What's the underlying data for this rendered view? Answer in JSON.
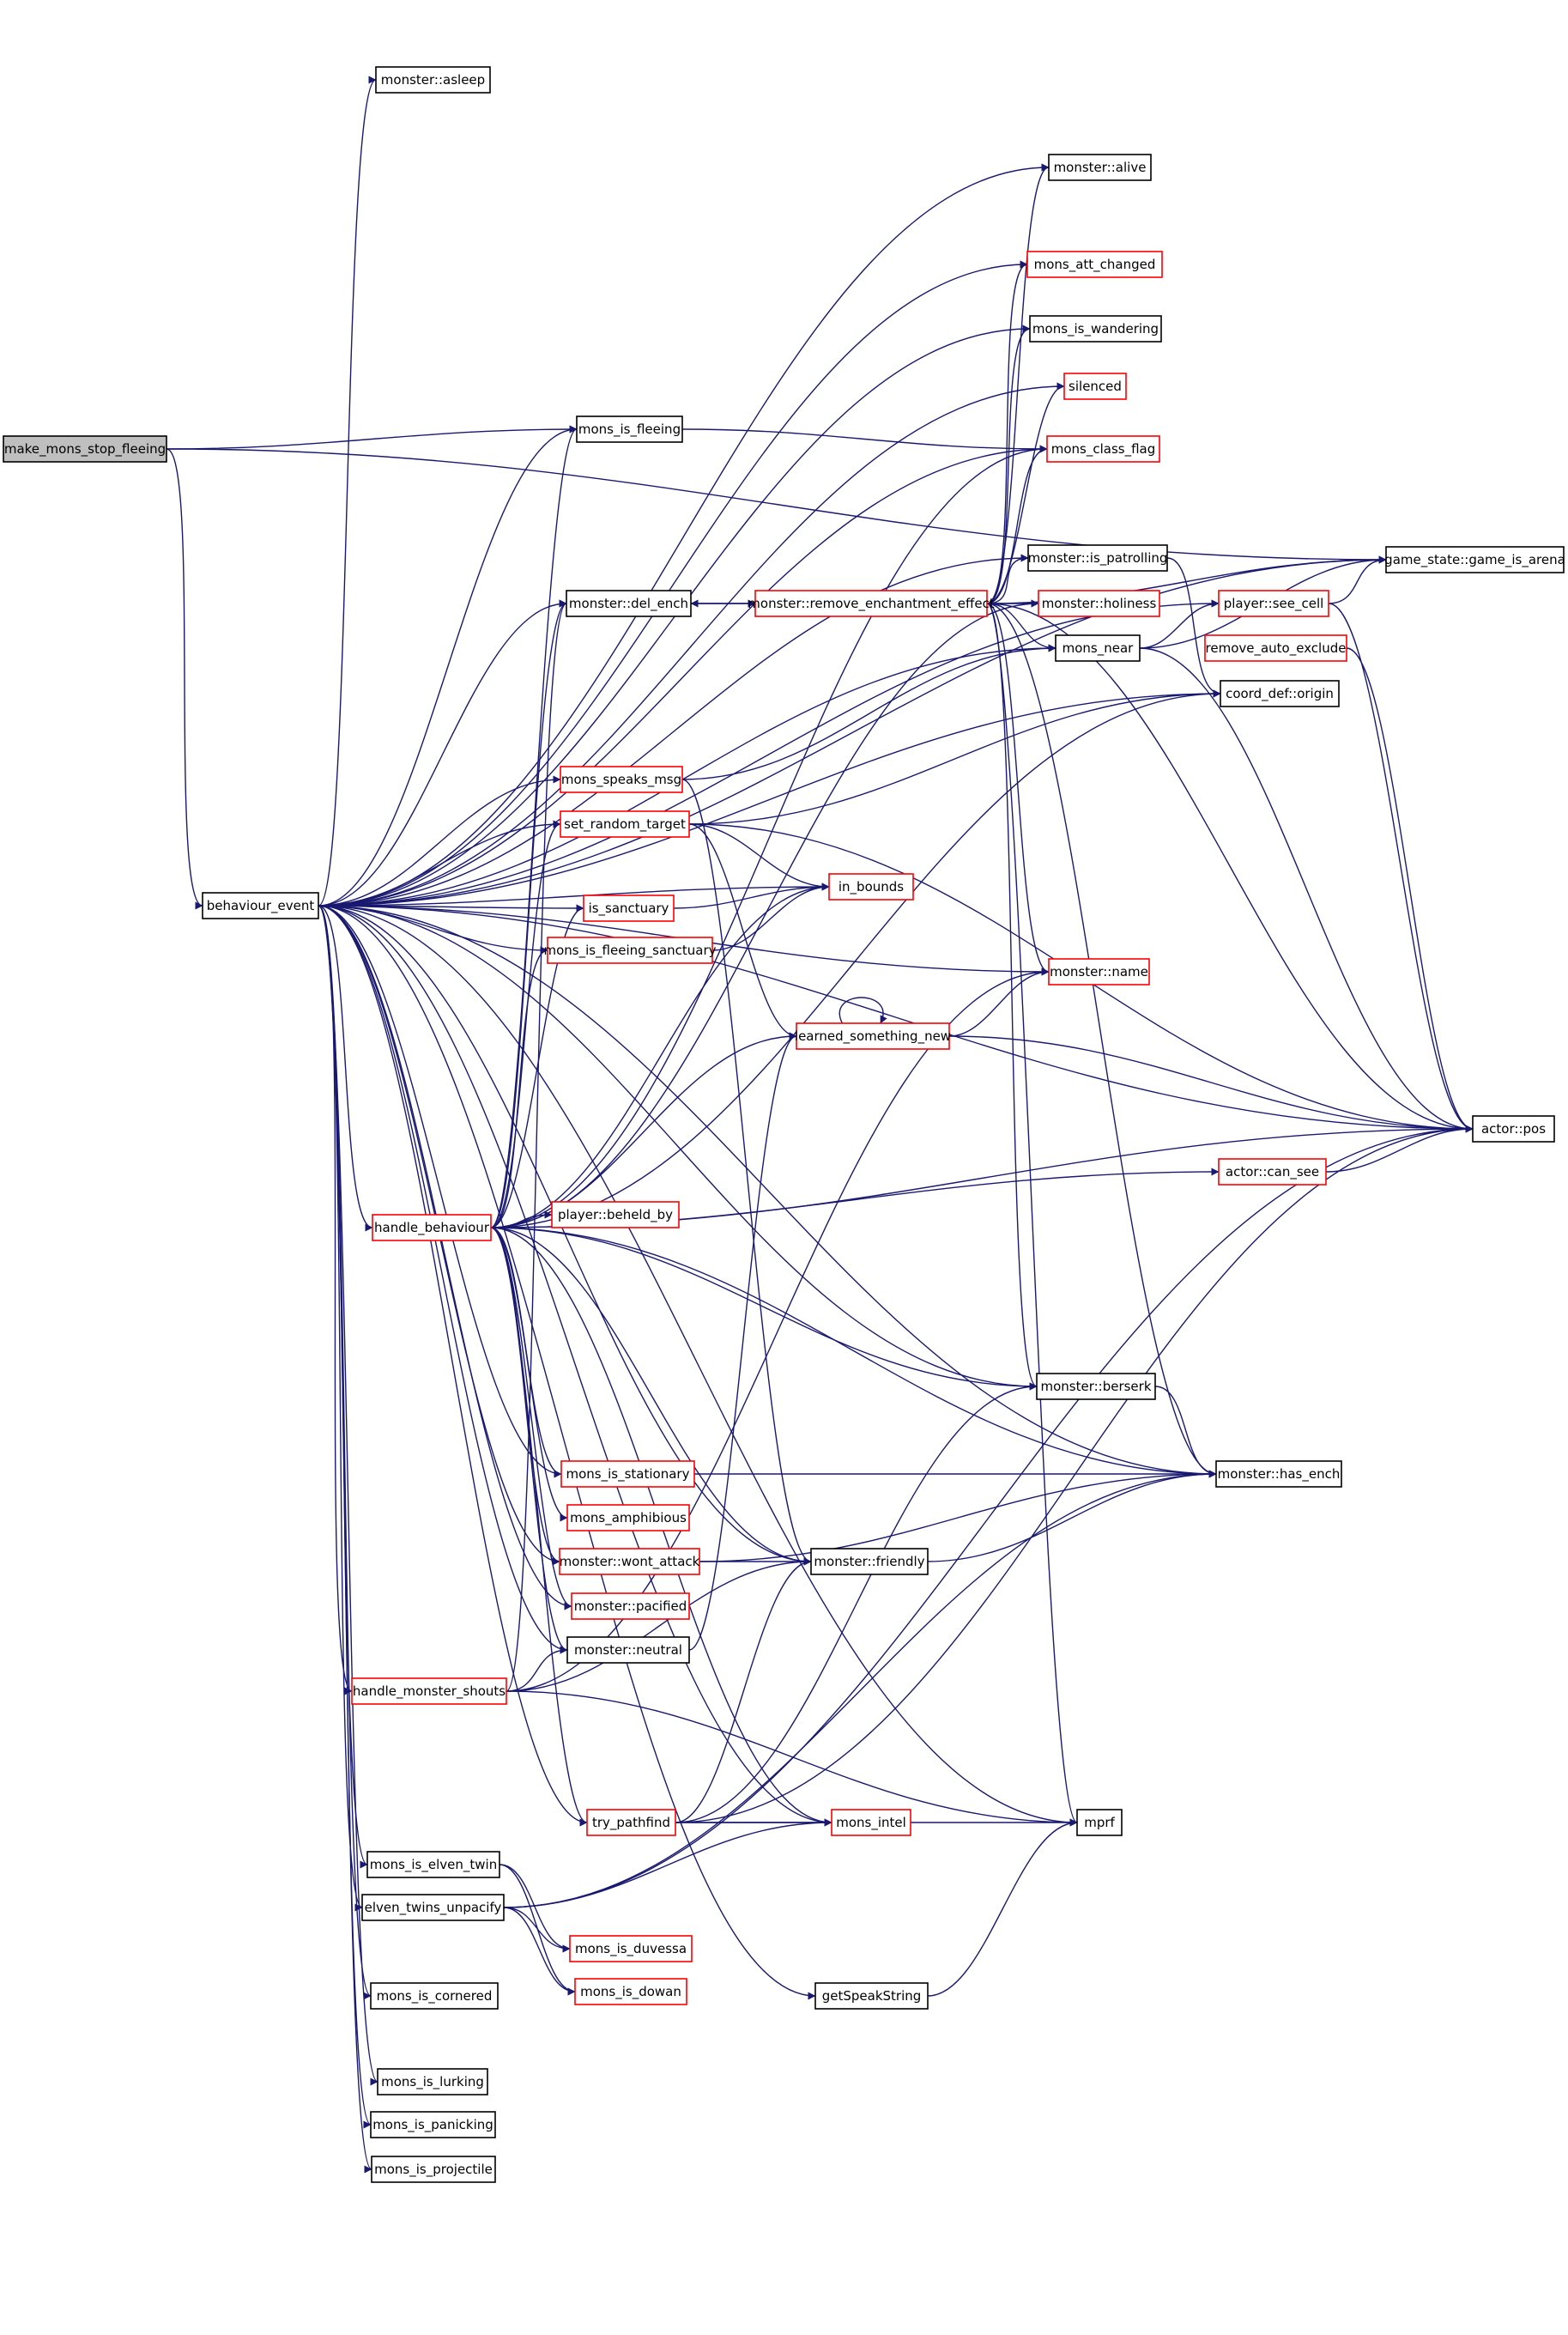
{
  "colors": {
    "edge": "#191970",
    "node_border": "#000000",
    "truncated_border": "#ff0000",
    "highlight_fill": "#bfbfbf",
    "node_fill": "#ffffff"
  },
  "nodes": [
    {
      "id": "make_mons_stop_fleeing",
      "label": "make_mons_stop_fleeing",
      "highlight": true
    },
    {
      "id": "behaviour_event",
      "label": "behaviour_event"
    },
    {
      "id": "monster_asleep",
      "label": "monster::asleep"
    },
    {
      "id": "monster_alive",
      "label": "monster::alive"
    },
    {
      "id": "mons_att_changed",
      "label": "mons_att_changed",
      "truncated": true
    },
    {
      "id": "mons_is_wandering",
      "label": "mons_is_wandering"
    },
    {
      "id": "silenced",
      "label": "silenced",
      "truncated": true
    },
    {
      "id": "mons_is_fleeing",
      "label": "mons_is_fleeing"
    },
    {
      "id": "mons_class_flag",
      "label": "mons_class_flag",
      "truncated": true
    },
    {
      "id": "monster_is_patrolling",
      "label": "monster::is_patrolling"
    },
    {
      "id": "game_state_game_is_arena",
      "label": "game_state::game_is_arena"
    },
    {
      "id": "monster_del_ench",
      "label": "monster::del_ench"
    },
    {
      "id": "monster_remove_enchantment_effect",
      "label": "monster::remove_enchantment_effect",
      "truncated": true
    },
    {
      "id": "monster_holiness",
      "label": "monster::holiness",
      "truncated": true
    },
    {
      "id": "player_see_cell",
      "label": "player::see_cell",
      "truncated": true
    },
    {
      "id": "mons_near",
      "label": "mons_near"
    },
    {
      "id": "remove_auto_exclude",
      "label": "remove_auto_exclude",
      "truncated": true
    },
    {
      "id": "coord_def_origin",
      "label": "coord_def::origin"
    },
    {
      "id": "mons_speaks_msg",
      "label": "mons_speaks_msg",
      "truncated": true
    },
    {
      "id": "set_random_target",
      "label": "set_random_target",
      "truncated": true
    },
    {
      "id": "in_bounds",
      "label": "in_bounds",
      "truncated": true
    },
    {
      "id": "is_sanctuary",
      "label": "is_sanctuary",
      "truncated": true
    },
    {
      "id": "mons_is_fleeing_sanctuary",
      "label": "mons_is_fleeing_sanctuary",
      "truncated": true
    },
    {
      "id": "monster_name",
      "label": "monster::name",
      "truncated": true
    },
    {
      "id": "learned_something_new",
      "label": "learned_something_new",
      "truncated": true
    },
    {
      "id": "actor_pos",
      "label": "actor::pos"
    },
    {
      "id": "actor_can_see",
      "label": "actor::can_see",
      "truncated": true
    },
    {
      "id": "handle_behaviour",
      "label": "handle_behaviour",
      "truncated": true
    },
    {
      "id": "player_beheld_by",
      "label": "player::beheld_by",
      "truncated": true
    },
    {
      "id": "monster_berserk",
      "label": "monster::berserk"
    },
    {
      "id": "mons_is_stationary",
      "label": "mons_is_stationary",
      "truncated": true
    },
    {
      "id": "monster_has_ench",
      "label": "monster::has_ench"
    },
    {
      "id": "mons_amphibious",
      "label": "mons_amphibious",
      "truncated": true
    },
    {
      "id": "monster_wont_attack",
      "label": "monster::wont_attack",
      "truncated": true
    },
    {
      "id": "monster_friendly",
      "label": "monster::friendly"
    },
    {
      "id": "monster_pacified",
      "label": "monster::pacified",
      "truncated": true
    },
    {
      "id": "monster_neutral",
      "label": "monster::neutral"
    },
    {
      "id": "handle_monster_shouts",
      "label": "handle_monster_shouts",
      "truncated": true
    },
    {
      "id": "try_pathfind",
      "label": "try_pathfind",
      "truncated": true
    },
    {
      "id": "mons_intel",
      "label": "mons_intel",
      "truncated": true
    },
    {
      "id": "mprf",
      "label": "mprf"
    },
    {
      "id": "mons_is_elven_twin",
      "label": "mons_is_elven_twin"
    },
    {
      "id": "elven_twins_unpacify",
      "label": "elven_twins_unpacify"
    },
    {
      "id": "mons_is_duvessa",
      "label": "mons_is_duvessa",
      "truncated": true
    },
    {
      "id": "mons_is_dowan",
      "label": "mons_is_dowan",
      "truncated": true
    },
    {
      "id": "mons_is_cornered",
      "label": "mons_is_cornered"
    },
    {
      "id": "getSpeakString",
      "label": "getSpeakString"
    },
    {
      "id": "mons_is_lurking",
      "label": "mons_is_lurking"
    },
    {
      "id": "mons_is_panicking",
      "label": "mons_is_panicking"
    },
    {
      "id": "mons_is_projectile",
      "label": "mons_is_projectile"
    }
  ],
  "edges": [
    [
      "make_mons_stop_fleeing",
      "behaviour_event"
    ],
    [
      "make_mons_stop_fleeing",
      "mons_is_fleeing"
    ],
    [
      "make_mons_stop_fleeing",
      "game_state_game_is_arena"
    ],
    [
      "behaviour_event",
      "monster_asleep"
    ],
    [
      "behaviour_event",
      "monster_alive"
    ],
    [
      "behaviour_event",
      "mons_att_changed"
    ],
    [
      "behaviour_event",
      "mons_is_wandering"
    ],
    [
      "behaviour_event",
      "silenced"
    ],
    [
      "behaviour_event",
      "mons_is_fleeing"
    ],
    [
      "behaviour_event",
      "mons_class_flag"
    ],
    [
      "behaviour_event",
      "monster_is_patrolling"
    ],
    [
      "behaviour_event",
      "game_state_game_is_arena"
    ],
    [
      "behaviour_event",
      "monster_del_ench"
    ],
    [
      "behaviour_event",
      "player_see_cell"
    ],
    [
      "behaviour_event",
      "mons_near"
    ],
    [
      "behaviour_event",
      "coord_def_origin"
    ],
    [
      "behaviour_event",
      "mons_speaks_msg"
    ],
    [
      "behaviour_event",
      "set_random_target"
    ],
    [
      "behaviour_event",
      "in_bounds"
    ],
    [
      "behaviour_event",
      "is_sanctuary"
    ],
    [
      "behaviour_event",
      "mons_is_fleeing_sanctuary"
    ],
    [
      "behaviour_event",
      "monster_name"
    ],
    [
      "behaviour_event",
      "actor_pos"
    ],
    [
      "behaviour_event",
      "handle_behaviour"
    ],
    [
      "behaviour_event",
      "monster_berserk"
    ],
    [
      "behaviour_event",
      "mons_is_stationary"
    ],
    [
      "behaviour_event",
      "monster_wont_attack"
    ],
    [
      "behaviour_event",
      "monster_pacified"
    ],
    [
      "behaviour_event",
      "monster_neutral"
    ],
    [
      "behaviour_event",
      "handle_monster_shouts"
    ],
    [
      "behaviour_event",
      "try_pathfind"
    ],
    [
      "behaviour_event",
      "mons_intel"
    ],
    [
      "behaviour_event",
      "mons_is_elven_twin"
    ],
    [
      "behaviour_event",
      "elven_twins_unpacify"
    ],
    [
      "behaviour_event",
      "mons_is_cornered"
    ],
    [
      "behaviour_event",
      "getSpeakString"
    ],
    [
      "behaviour_event",
      "mons_is_lurking"
    ],
    [
      "behaviour_event",
      "mons_is_panicking"
    ],
    [
      "behaviour_event",
      "mons_is_projectile"
    ],
    [
      "behaviour_event",
      "monster_has_ench"
    ],
    [
      "behaviour_event",
      "mprf"
    ],
    [
      "behaviour_event",
      "monster_friendly"
    ],
    [
      "mons_is_fleeing",
      "mons_class_flag"
    ],
    [
      "monster_del_ench",
      "monster_remove_enchantment_effect"
    ],
    [
      "monster_remove_enchantment_effect",
      "monster_del_ench"
    ],
    [
      "monster_remove_enchantment_effect",
      "monster_alive"
    ],
    [
      "monster_remove_enchantment_effect",
      "mons_att_changed"
    ],
    [
      "monster_remove_enchantment_effect",
      "mons_is_wandering"
    ],
    [
      "monster_remove_enchantment_effect",
      "silenced"
    ],
    [
      "monster_remove_enchantment_effect",
      "mons_class_flag"
    ],
    [
      "monster_remove_enchantment_effect",
      "monster_is_patrolling"
    ],
    [
      "monster_remove_enchantment_effect",
      "game_state_game_is_arena"
    ],
    [
      "monster_remove_enchantment_effect",
      "monster_holiness"
    ],
    [
      "monster_remove_enchantment_effect",
      "mons_near"
    ],
    [
      "monster_remove_enchantment_effect",
      "monster_name"
    ],
    [
      "monster_remove_enchantment_effect",
      "actor_pos"
    ],
    [
      "monster_remove_enchantment_effect",
      "monster_berserk"
    ],
    [
      "monster_remove_enchantment_effect",
      "monster_has_ench"
    ],
    [
      "monster_remove_enchantment_effect",
      "mprf"
    ],
    [
      "monster_is_patrolling",
      "coord_def_origin"
    ],
    [
      "mons_near",
      "player_see_cell"
    ],
    [
      "mons_near",
      "game_state_game_is_arena"
    ],
    [
      "mons_near",
      "actor_pos"
    ],
    [
      "player_see_cell",
      "game_state_game_is_arena"
    ],
    [
      "player_see_cell",
      "actor_pos"
    ],
    [
      "remove_auto_exclude",
      "actor_pos"
    ],
    [
      "mons_speaks_msg",
      "mons_near"
    ],
    [
      "mons_speaks_msg",
      "monster_friendly"
    ],
    [
      "set_random_target",
      "in_bounds"
    ],
    [
      "set_random_target",
      "coord_def_origin"
    ],
    [
      "set_random_target",
      "actor_pos"
    ],
    [
      "set_random_target",
      "learned_something_new"
    ],
    [
      "is_sanctuary",
      "in_bounds"
    ],
    [
      "mons_is_fleeing_sanctuary",
      "in_bounds"
    ],
    [
      "learned_something_new",
      "learned_something_new"
    ],
    [
      "learned_something_new",
      "monster_name"
    ],
    [
      "learned_something_new",
      "actor_pos"
    ],
    [
      "actor_can_see",
      "actor_pos"
    ],
    [
      "handle_behaviour",
      "mons_is_fleeing"
    ],
    [
      "handle_behaviour",
      "monster_del_ench"
    ],
    [
      "handle_behaviour",
      "set_random_target"
    ],
    [
      "handle_behaviour",
      "is_sanctuary"
    ],
    [
      "handle_behaviour",
      "mons_is_fleeing_sanctuary"
    ],
    [
      "handle_behaviour",
      "in_bounds"
    ],
    [
      "handle_behaviour",
      "learned_something_new"
    ],
    [
      "handle_behaviour",
      "coord_def_origin"
    ],
    [
      "handle_behaviour",
      "actor_can_see"
    ],
    [
      "handle_behaviour",
      "actor_pos"
    ],
    [
      "handle_behaviour",
      "player_beheld_by"
    ],
    [
      "handle_behaviour",
      "monster_berserk"
    ],
    [
      "handle_behaviour",
      "monster_has_ench"
    ],
    [
      "handle_behaviour",
      "mons_is_stationary"
    ],
    [
      "handle_behaviour",
      "mons_amphibious"
    ],
    [
      "handle_behaviour",
      "monster_wont_attack"
    ],
    [
      "handle_behaviour",
      "monster_friendly"
    ],
    [
      "handle_behaviour",
      "monster_pacified"
    ],
    [
      "handle_behaviour",
      "monster_neutral"
    ],
    [
      "handle_behaviour",
      "try_pathfind"
    ],
    [
      "handle_behaviour",
      "mons_intel"
    ],
    [
      "handle_behaviour",
      "mons_class_flag"
    ],
    [
      "handle_behaviour",
      "monster_holiness"
    ],
    [
      "mons_is_stationary",
      "monster_has_ench"
    ],
    [
      "monster_berserk",
      "monster_has_ench"
    ],
    [
      "monster_wont_attack",
      "monster_friendly"
    ],
    [
      "monster_wont_attack",
      "monster_has_ench"
    ],
    [
      "monster_friendly",
      "monster_has_ench"
    ],
    [
      "monster_neutral",
      "learned_something_new"
    ],
    [
      "handle_monster_shouts",
      "monster_neutral"
    ],
    [
      "handle_monster_shouts",
      "monster_friendly"
    ],
    [
      "handle_monster_shouts",
      "mprf"
    ],
    [
      "handle_monster_shouts",
      "monster_name"
    ],
    [
      "handle_monster_shouts",
      "monster_del_ench"
    ],
    [
      "try_pathfind",
      "mons_intel"
    ],
    [
      "try_pathfind",
      "mprf"
    ],
    [
      "try_pathfind",
      "monster_friendly"
    ],
    [
      "try_pathfind",
      "actor_pos"
    ],
    [
      "try_pathfind",
      "monster_berserk"
    ],
    [
      "mons_is_elven_twin",
      "mons_is_duvessa"
    ],
    [
      "mons_is_elven_twin",
      "mons_is_dowan"
    ],
    [
      "elven_twins_unpacify",
      "mons_is_duvessa"
    ],
    [
      "elven_twins_unpacify",
      "mons_is_dowan"
    ],
    [
      "elven_twins_unpacify",
      "monster_has_ench"
    ],
    [
      "elven_twins_unpacify",
      "actor_pos"
    ],
    [
      "elven_twins_unpacify",
      "mons_intel"
    ],
    [
      "getSpeakString",
      "mprf"
    ]
  ]
}
